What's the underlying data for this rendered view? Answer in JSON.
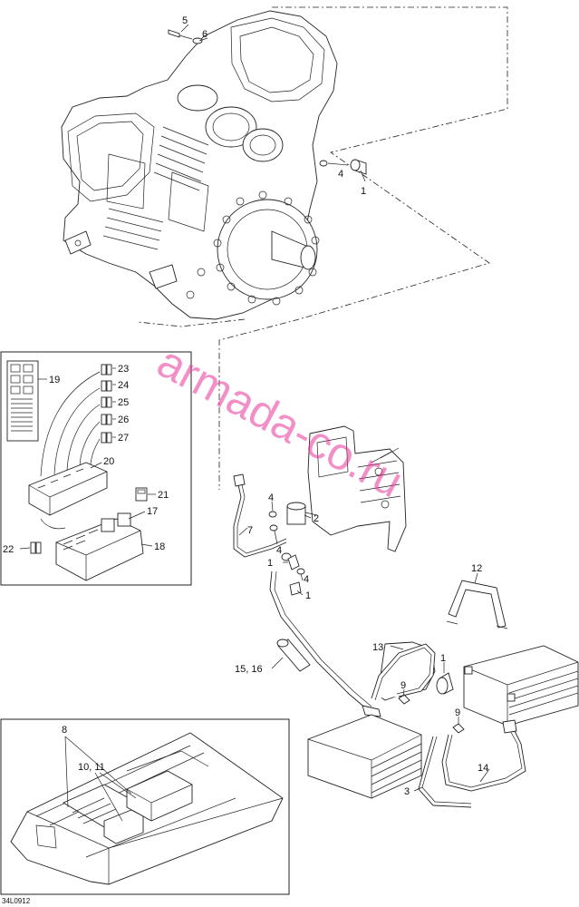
{
  "diagram": {
    "code": "34L0912",
    "watermark": "armada-co.ru",
    "callouts": {
      "c1a": "1",
      "c4a": "4",
      "c5": "5",
      "c6": "6",
      "c2": "2",
      "c4b": "4",
      "c4c": "4",
      "c4d": "4",
      "c1b": "1",
      "c1c": "1",
      "c7": "7",
      "c12": "12",
      "c13": "13",
      "c1d": "1",
      "c9a": "9",
      "c9b": "9",
      "c1516": "15, 16",
      "c3": "3",
      "c14": "14",
      "c8": "8",
      "c1011": "10, 11",
      "c19": "19",
      "c20": "20",
      "c21": "21",
      "c17": "17",
      "c18": "18",
      "c22": "22",
      "c23": "23",
      "c24": "24",
      "c25": "25",
      "c26": "26",
      "c27": "27"
    }
  }
}
